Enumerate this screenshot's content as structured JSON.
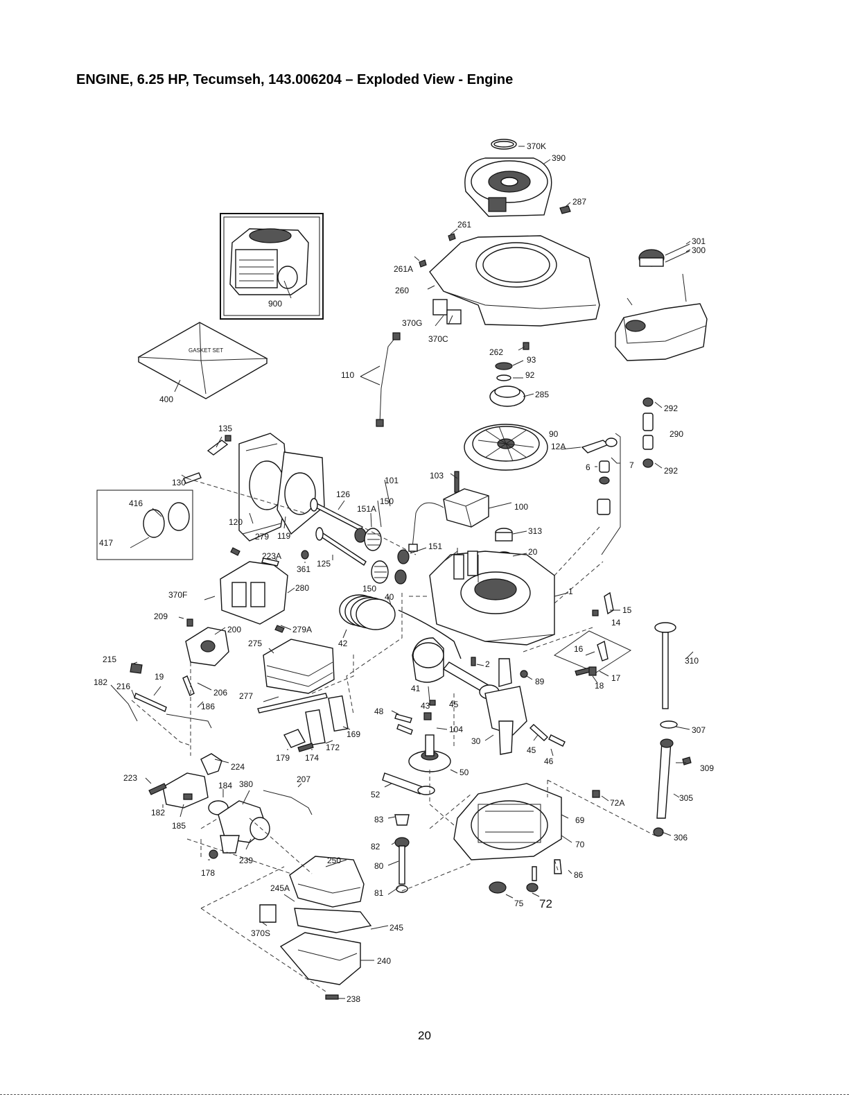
{
  "page": {
    "title": "ENGINE, 6.25 HP, Tecumseh, 143.006204 – Exploded View - Engine",
    "page_number": "20"
  },
  "callouts": {
    "p370K": "370K",
    "p390": "390",
    "p287": "287",
    "p261": "261",
    "p261A": "261A",
    "p260": "260",
    "p370G": "370G",
    "p370C": "370C",
    "p301": "301",
    "p300": "300",
    "p900": "900",
    "p400": "400",
    "gasket_text": "GASKET SET",
    "p262": "262",
    "p93": "93",
    "p92": "92",
    "p285": "285",
    "p110": "110",
    "p292a": "292",
    "p290": "290",
    "p292b": "292",
    "p90": "90",
    "p12A": "12A",
    "p135": "135",
    "p130": "130",
    "p103": "103",
    "p7": "7",
    "p6": "6",
    "p126": "126",
    "p101": "101",
    "p100": "100",
    "p151A": "151A",
    "p150a": "150",
    "p120": "120",
    "p416": "416",
    "p417": "417",
    "p279": "279",
    "p119": "119",
    "p313": "313",
    "p20": "20",
    "p151": "151",
    "p223A": "223A",
    "p361": "361",
    "p125": "125",
    "p280": "280",
    "p150b": "150",
    "p370F": "370F",
    "p40": "40",
    "p1": "1",
    "p15": "15",
    "p14": "14",
    "p209": "209",
    "p200": "200",
    "p279A": "279A",
    "p42": "42",
    "p275": "275",
    "p16": "16",
    "p310": "310",
    "p215": "215",
    "p2": "2",
    "p89": "89",
    "p17": "17",
    "p18": "18",
    "p19": "19",
    "p182a": "182",
    "p216": "216",
    "p206": "206",
    "p41": "41",
    "p277": "277",
    "p186": "186",
    "p43": "43",
    "p45a": "45",
    "p48": "48",
    "p307": "307",
    "p169": "169",
    "p104": "104",
    "p30": "30",
    "p45b": "45",
    "p172": "172",
    "p179": "179",
    "p174": "174",
    "p46": "46",
    "p224": "224",
    "p309": "309",
    "p50": "50",
    "p223": "223",
    "p207": "207",
    "p184": "184",
    "p380": "380",
    "p52": "52",
    "p72A": "72A",
    "p305": "305",
    "p182b": "182",
    "p185": "185",
    "p83": "83",
    "p69": "69",
    "p306": "306",
    "p70": "70",
    "p82": "82",
    "p178": "178",
    "p239": "239",
    "p250": "250",
    "p80": "80",
    "p86": "86",
    "p245A": "245A",
    "p81": "81",
    "p75": "75",
    "p72": "72",
    "p370S": "370S",
    "p245": "245",
    "p240": "240",
    "p238": "238"
  }
}
